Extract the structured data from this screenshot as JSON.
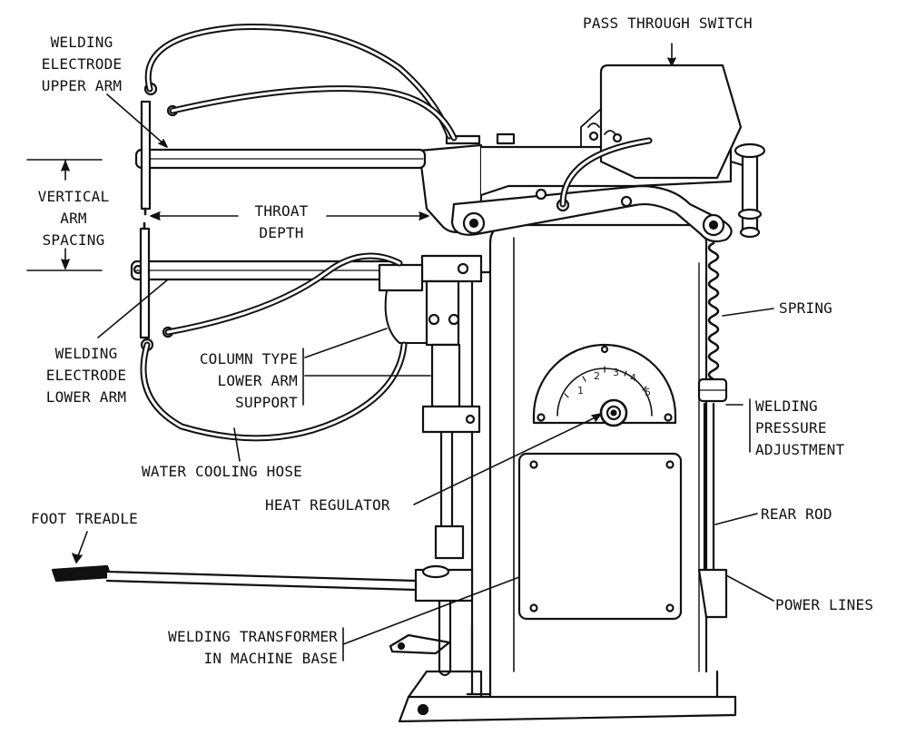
{
  "labels": {
    "pass_through_switch": "PASS THROUGH SWITCH",
    "upper_arm": [
      "WELDING",
      "ELECTRODE",
      "UPPER ARM"
    ],
    "vertical_spacing": [
      "VERTICAL",
      "ARM",
      "SPACING"
    ],
    "throat_depth": [
      "THROAT",
      "DEPTH"
    ],
    "lower_arm": [
      "WELDING",
      "ELECTRODE",
      "LOWER ARM"
    ],
    "column_support": [
      "COLUMN TYPE",
      "LOWER ARM",
      "SUPPORT"
    ],
    "water_hose": "WATER COOLING HOSE",
    "heat_regulator": "HEAT REGULATOR",
    "foot_treadle": "FOOT TREADLE",
    "transformer": [
      "WELDING TRANSFORMER",
      "IN MACHINE BASE"
    ],
    "spring": "SPRING",
    "pressure_adjustment": [
      "WELDING",
      "PRESSURE",
      "ADJUSTMENT"
    ],
    "rear_rod": "REAR ROD",
    "power_lines": "POWER LINES"
  },
  "dial": {
    "scale_marks": [
      "1",
      "2",
      "3",
      "4",
      "5"
    ]
  },
  "colors": {
    "ink": "#111111",
    "paper": "#ffffff"
  }
}
